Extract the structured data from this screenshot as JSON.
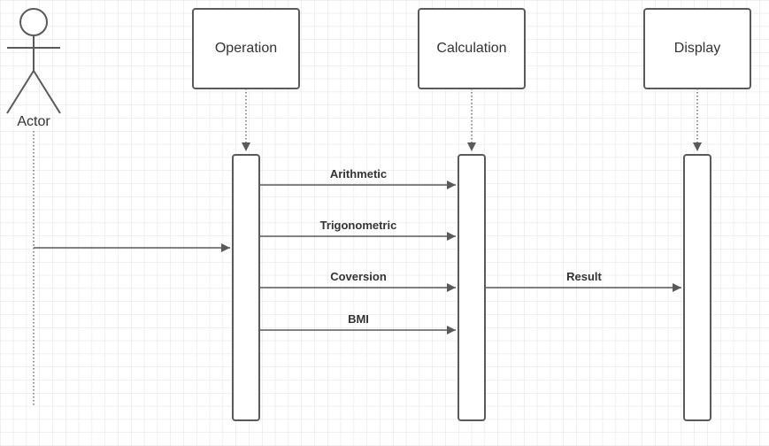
{
  "actor": {
    "label": "Actor"
  },
  "participants": [
    {
      "id": "operation",
      "label": "Operation"
    },
    {
      "id": "calculation",
      "label": "Calculation"
    },
    {
      "id": "display",
      "label": "Display"
    }
  ],
  "messages": [
    {
      "id": "arithmetic",
      "label": "Arithmetic",
      "from": "operation",
      "to": "calculation"
    },
    {
      "id": "trigonometric",
      "label": "Trigonometric",
      "from": "operation",
      "to": "calculation"
    },
    {
      "id": "actor-call",
      "label": "",
      "from": "actor",
      "to": "operation"
    },
    {
      "id": "coversion",
      "label": "Coversion",
      "from": "operation",
      "to": "calculation"
    },
    {
      "id": "result",
      "label": "Result",
      "from": "calculation",
      "to": "display"
    },
    {
      "id": "bmi",
      "label": "BMI",
      "from": "operation",
      "to": "calculation"
    }
  ],
  "colors": {
    "stroke": "#5a5a5a",
    "text": "#333333",
    "grid": "#e2e2e2",
    "background": "#ffffff"
  }
}
